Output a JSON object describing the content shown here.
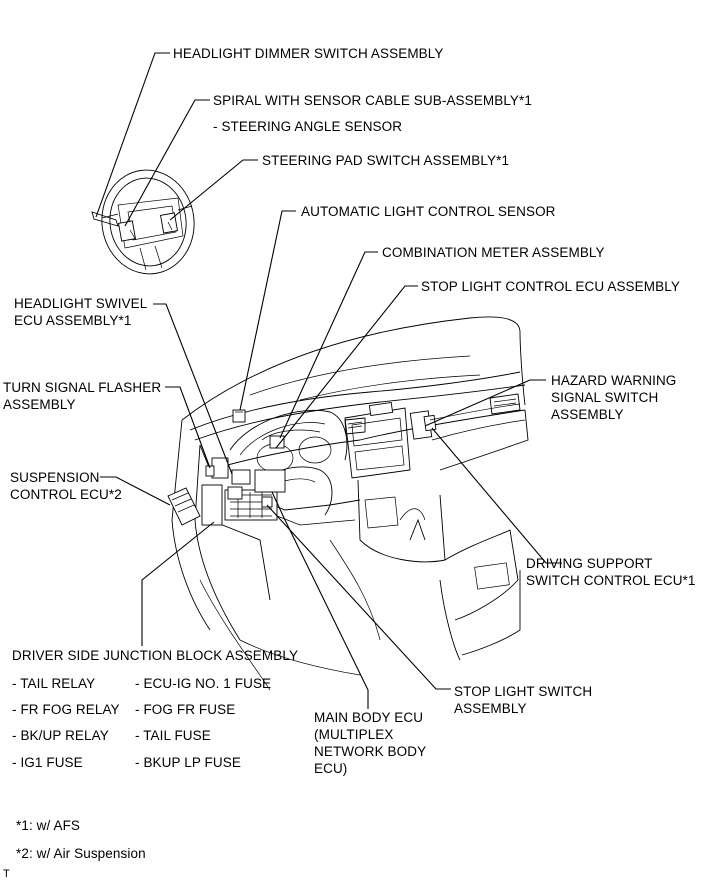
{
  "labels": {
    "headlight_dimmer": "HEADLIGHT DIMMER SWITCH ASSEMBLY",
    "spiral_cable": "SPIRAL WITH SENSOR CABLE SUB-ASSEMBLY*1",
    "steering_angle": "- STEERING ANGLE SENSOR",
    "steering_pad": "STEERING PAD SWITCH ASSEMBLY*1",
    "auto_light_sensor": "AUTOMATIC LIGHT CONTROL SENSOR",
    "combination_meter": "COMBINATION METER ASSEMBLY",
    "stop_light_ecu": "STOP LIGHT CONTROL ECU ASSEMBLY",
    "headlight_swivel": "HEADLIGHT SWIVEL\nECU ASSEMBLY*1",
    "turn_signal_flasher": "TURN SIGNAL FLASHER\nASSEMBLY",
    "hazard_warning": "HAZARD WARNING\nSIGNAL SWITCH\nASSEMBLY",
    "suspension_ecu": "SUSPENSION\nCONTROL ECU*2",
    "driving_support": "DRIVING SUPPORT\nSWITCH CONTROL ECU*1",
    "junction_block": "DRIVER SIDE JUNCTION BLOCK ASSEMBLY",
    "stop_light_switch": "STOP LIGHT SWITCH\nASSEMBLY",
    "main_body_ecu": "MAIN BODY ECU\n(MULTIPLEX\nNETWORK BODY\nECU)"
  },
  "junction_block_items": {
    "col1": [
      "- TAIL RELAY",
      "- FR FOG RELAY",
      "- BK/UP RELAY",
      "- IG1 FUSE"
    ],
    "col2": [
      "- ECU-IG NO. 1 FUSE",
      "- FOG FR FUSE",
      "- TAIL FUSE",
      "- BKUP LP FUSE"
    ]
  },
  "footnotes": [
    "*1: w/ AFS",
    "*2: w/ Air Suspension"
  ],
  "corner_mark": "T"
}
